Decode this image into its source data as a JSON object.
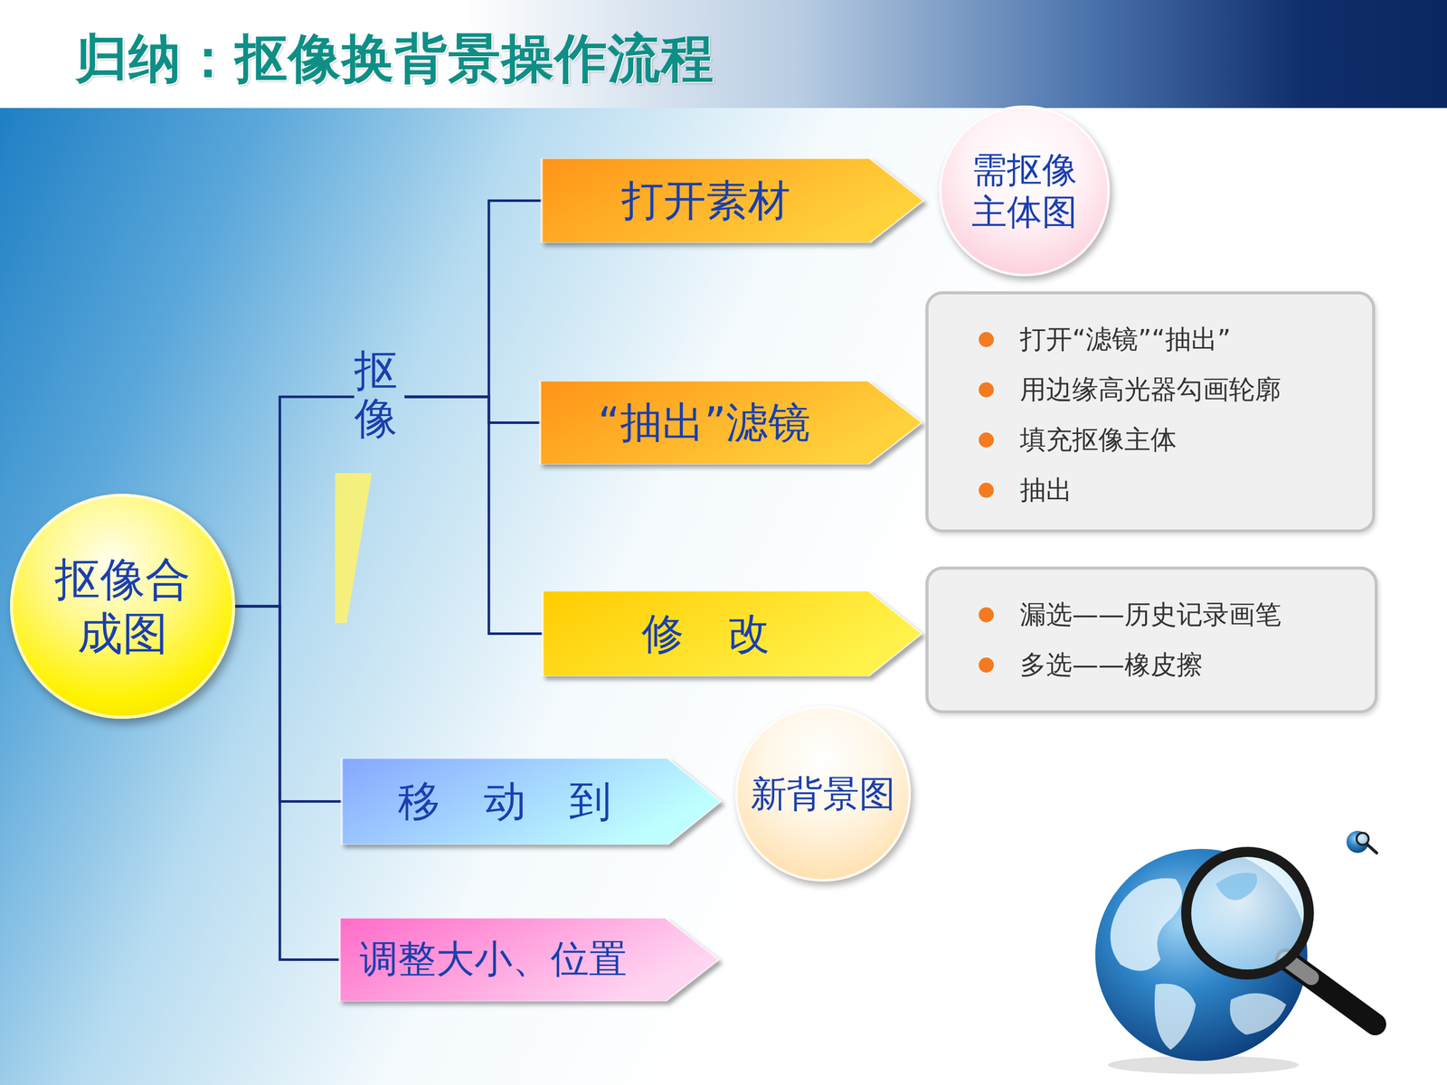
{
  "diagram": {
    "title": "归纳：抠像换背景操作流程",
    "nodes": [
      {
        "text": [
          "抠像合成图"
        ]
      },
      {
        "text": [
          "抠像"
        ]
      },
      {
        "text": [
          "打开素材"
        ]
      },
      {
        "text": [
          "需抠像主体图"
        ]
      },
      {
        "text": [
          "“抽出”滤镜"
        ]
      },
      {
        "text": [
          "打开“滤镜”“抽出”",
          "用边缘高光器勾画轮廓",
          "填充抠像主体",
          "抽出"
        ]
      },
      {
        "text": [
          "修 改"
        ]
      },
      {
        "text": [
          "漏选——历史记录画笔",
          "多选——橡皮擦"
        ]
      },
      {
        "text": [
          "移 动 到"
        ]
      },
      {
        "text": [
          "新背景图"
        ]
      },
      {
        "text": [
          "调整大小、位置"
        ]
      }
    ],
    "edges": [
      {
        "from": 0,
        "to": 1,
        "arrow": "none"
      },
      {
        "from": 0,
        "to": 8,
        "arrow": "none"
      },
      {
        "from": 0,
        "to": 10,
        "arrow": "none"
      },
      {
        "from": 1,
        "to": 2,
        "arrow": "none"
      },
      {
        "from": 1,
        "to": 4,
        "arrow": "none"
      },
      {
        "from": 1,
        "to": 6,
        "arrow": "none"
      }
    ]
  }
}
